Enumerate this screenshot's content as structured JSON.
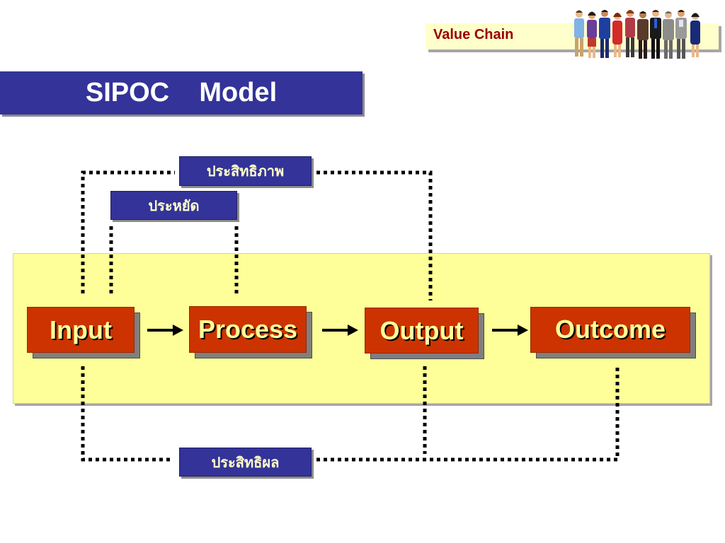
{
  "header": {
    "value_chain_label": "Value Chain"
  },
  "title": "SIPOC    Model",
  "labels": {
    "efficiency": "ประสิทธิภาพ",
    "economy": "ประหยัด",
    "effectiveness": "ประสิทธิผล"
  },
  "flow": [
    {
      "label": "Input"
    },
    {
      "label": "Process"
    },
    {
      "label": "Output"
    },
    {
      "label": "Outcome"
    }
  ],
  "colors": {
    "banner": "#333399",
    "panel": "#ffff99",
    "flow_box": "#cc3300",
    "flow_text": "#ffff99",
    "value_chain_text": "#990000",
    "value_chain_box": "#ffffcc"
  },
  "icons": {
    "people": "people-clipart",
    "arrow": "right-arrow-icon"
  }
}
